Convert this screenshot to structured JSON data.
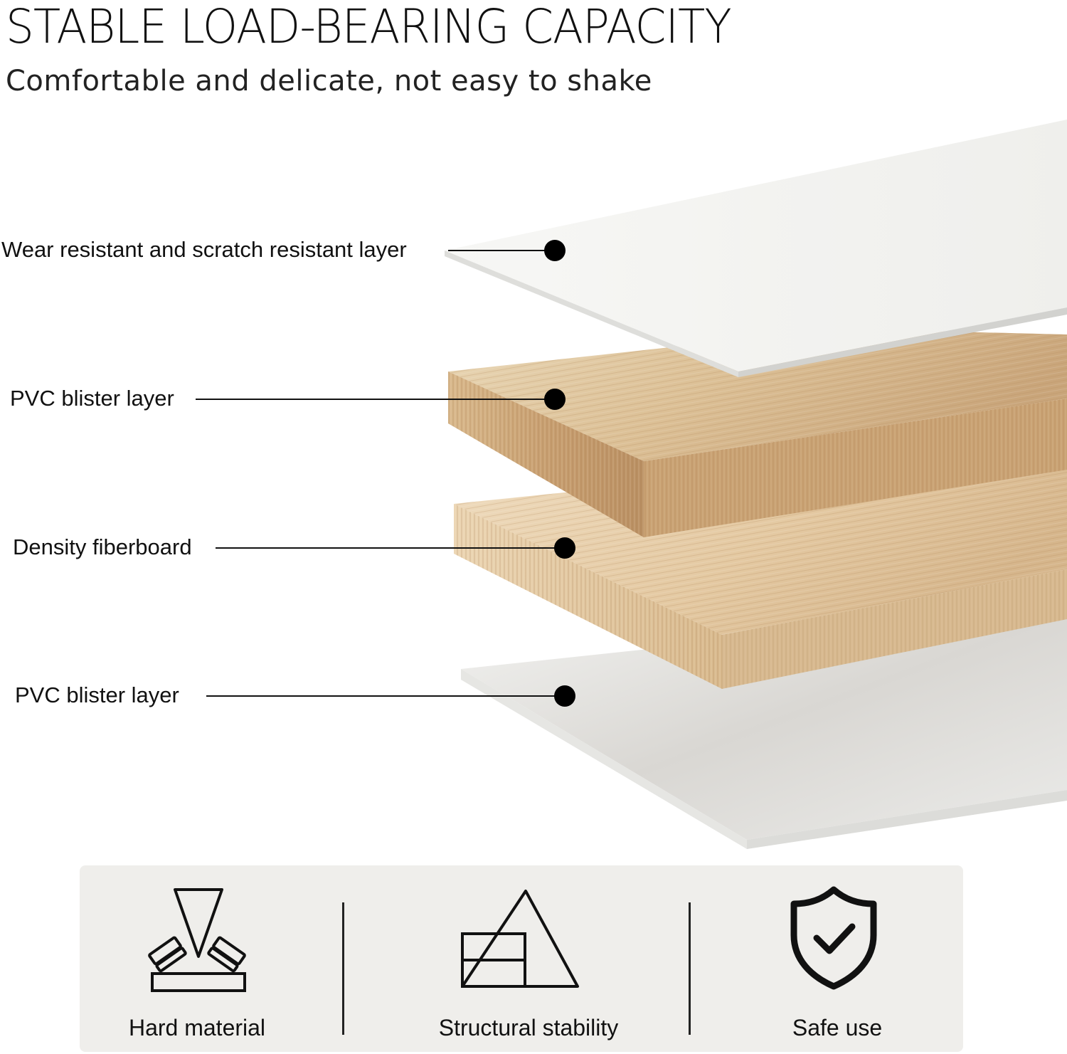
{
  "header": {
    "title": "STABLE LOAD-BEARING CAPACITY",
    "subtitle": "Comfortable and delicate, not easy to shake"
  },
  "layers": [
    {
      "label": "Wear resistant and scratch resistant layer",
      "material": "white-panel"
    },
    {
      "label": "PVC blister layer",
      "material": "wood-grain"
    },
    {
      "label": "Density fiberboard",
      "material": "light-wood"
    },
    {
      "label": "PVC blister layer",
      "material": "white-panel"
    }
  ],
  "features": [
    {
      "label": "Hard material",
      "icon": "hard-material-icon"
    },
    {
      "label": "Structural stability",
      "icon": "structural-stability-icon"
    },
    {
      "label": "Safe use",
      "icon": "shield-check-icon"
    }
  ],
  "colors": {
    "panel_background": "#efeeeb",
    "wood_light": "#e6cfa8",
    "wood_mid": "#d4b083",
    "white_board": "#f6f6f4",
    "ink": "#111111"
  }
}
